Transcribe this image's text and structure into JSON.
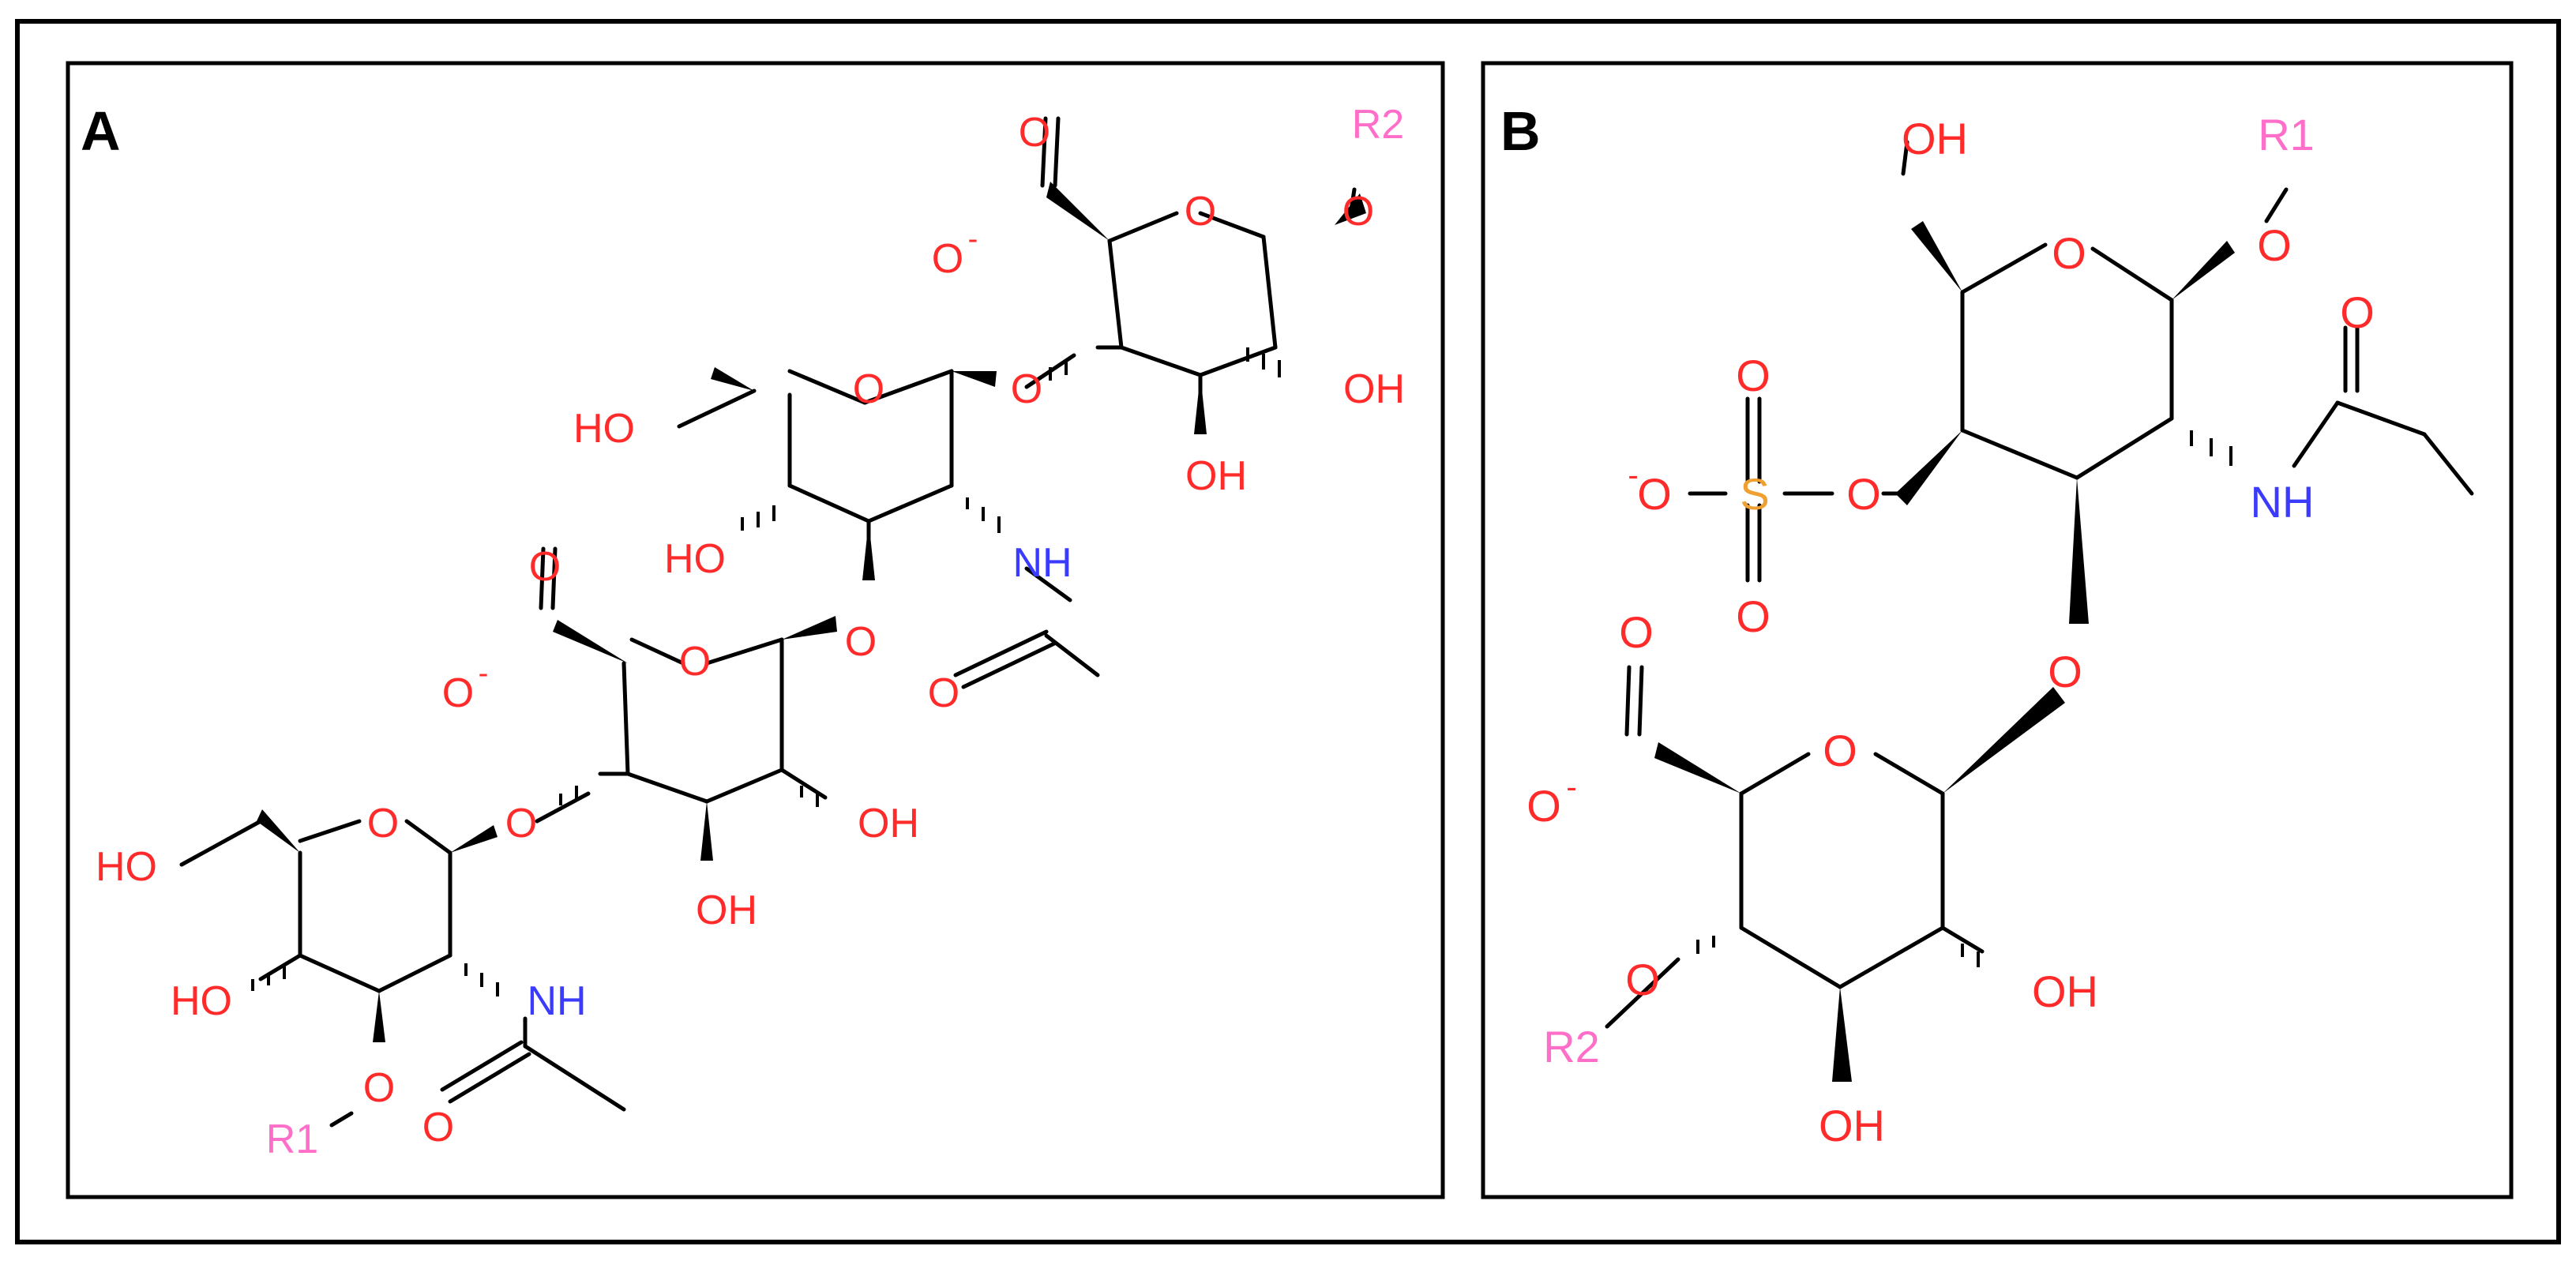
{
  "colors": {
    "frame": "#000000",
    "bond": "#000000",
    "oxygen": "#ff2b2b",
    "nitrogen": "#3b3bff",
    "sulfur": "#f0a030",
    "r_group": "#ff6ec8"
  },
  "panel_a": {
    "letter": "A",
    "atoms": {
      "r2": "R2",
      "o_r2": "O",
      "ring4_o": "O",
      "carb4_o_dbl": "O",
      "carb4_o_minus": "O",
      "carb4_charge": "-",
      "oh_c2r4": "OH",
      "oh_c3r4": "OH",
      "link_o_34": "O",
      "r3_ring_o": "O",
      "r3_ho_c6": "HO",
      "r3_ho_c4": "HO",
      "r3_nh": "NH",
      "r3_ac_o": "O",
      "link_o_23": "O",
      "r2_carb_o_dbl": "O",
      "r2_carb_o_minus": "O",
      "r2_charge": "-",
      "r2_ring_o": "O",
      "r2_oh_c2": "OH",
      "r2_oh_c3": "OH",
      "link_o_12": "O",
      "r1_ring_o": "O",
      "r1_ho_c6": "HO",
      "r1_ho_c4": "HO",
      "r1_nh": "NH",
      "r1_ac_o": "O",
      "r1_o_c3": "O",
      "r1": "R1"
    }
  },
  "panel_b": {
    "letter": "B",
    "atoms": {
      "oh_c6": "OH",
      "r1": "R1",
      "o_r1": "O",
      "ring_o": "O",
      "ac_o": "O",
      "nh": "NH",
      "sulfate_s": "S",
      "sulfate_o_top": "O",
      "sulfate_o_bottom": "O",
      "sulfate_o_minus": "O",
      "sulfate_charge": "-",
      "sulfate_o_link": "O",
      "link_o": "O",
      "gluca_ring_o": "O",
      "gluca_o_dbl": "O",
      "gluca_o_minus": "O",
      "gluca_charge": "-",
      "gluca_o_c4": "O",
      "r2": "R2",
      "gluca_oh_c2": "OH",
      "gluca_oh_c3": "OH"
    }
  }
}
